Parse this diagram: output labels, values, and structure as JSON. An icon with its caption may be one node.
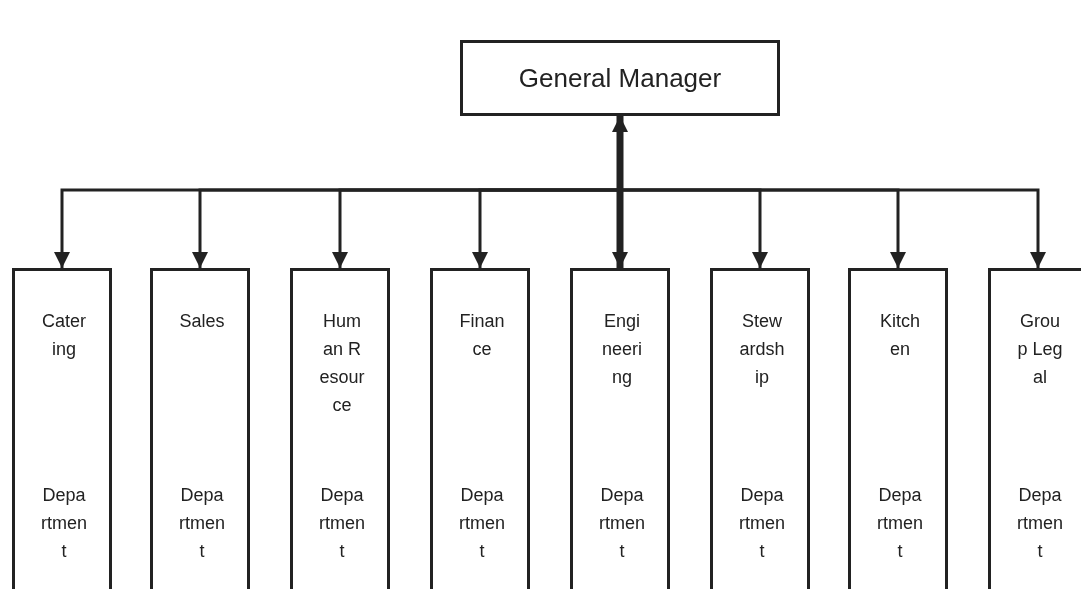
{
  "diagram": {
    "nodes": [
      {
        "text": [
          "General Manager"
        ]
      },
      {
        "text": [
          "Catering",
          "Department"
        ]
      },
      {
        "text": [
          "Sales",
          "Department"
        ]
      },
      {
        "text": [
          "Human Resource",
          "Department"
        ]
      },
      {
        "text": [
          "Finance",
          "Department"
        ]
      },
      {
        "text": [
          "Engineering",
          "Department"
        ]
      },
      {
        "text": [
          "Stewardship",
          "Department"
        ]
      },
      {
        "text": [
          "Kitchen",
          "Department"
        ]
      },
      {
        "text": [
          "Group Legal",
          "Department"
        ]
      }
    ],
    "edges": [
      {
        "from": 0,
        "to": 1,
        "arrow": "to"
      },
      {
        "from": 0,
        "to": 2,
        "arrow": "to"
      },
      {
        "from": 0,
        "to": 3,
        "arrow": "to"
      },
      {
        "from": 0,
        "to": 4,
        "arrow": "to"
      },
      {
        "from": 0,
        "to": 5,
        "arrow": "both",
        "style": "thick"
      },
      {
        "from": 0,
        "to": 6,
        "arrow": "to"
      },
      {
        "from": 0,
        "to": 7,
        "arrow": "to"
      },
      {
        "from": 0,
        "to": 8,
        "arrow": "to"
      }
    ]
  }
}
